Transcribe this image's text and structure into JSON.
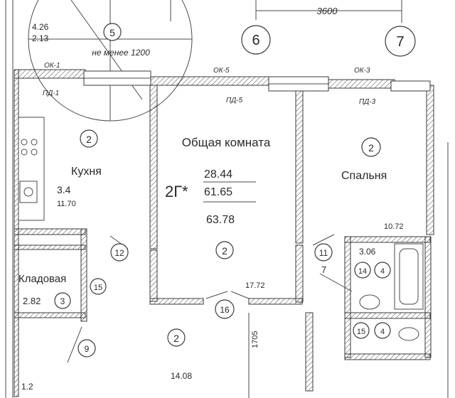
{
  "grid_axes": {
    "axis_6": "6",
    "axis_7": "7",
    "dimension_top": "3600"
  },
  "corner_labels": {
    "top_left_a": "4.26",
    "top_left_b": "2.13",
    "circle_5": "5",
    "clearance_note": "не менее 1200",
    "bottom_left": "1.2"
  },
  "windows": {
    "ok1": "ОК-1",
    "pd1": "ПД-1",
    "ok5": "ОК-5",
    "pd5": "ПД-5",
    "ok3": "ОК-3",
    "pd3": "ПД-3"
  },
  "rooms": {
    "kitchen": {
      "name": "Кухня",
      "circle": "2",
      "area": "3.4",
      "area2": "11.70"
    },
    "living": {
      "name": "Общая комната",
      "circle": "2",
      "circle_bottom": "2"
    },
    "bedroom": {
      "name": "Спальня",
      "circle": "2",
      "area": "10.72"
    },
    "storage": {
      "name": "Кладовая",
      "circle": "15",
      "area": "2.82",
      "circle2": "3"
    },
    "bath": {
      "area": "3.06",
      "circle_a": "14",
      "circle_b": "4"
    },
    "wc": {
      "circle_a": "15",
      "circle_b": "4"
    },
    "hall": {
      "circle": "2",
      "area": "14.08",
      "dim_vertical": "1705"
    }
  },
  "apartment": {
    "type": "2Г*",
    "living_area": "28.44",
    "total_area": "61.65",
    "total_area_balcony": "63.78"
  },
  "doors": {
    "d12": "12",
    "d11": "11",
    "d16": "16",
    "d9": "9",
    "d7": "7"
  },
  "other_areas": {
    "living_corner": "17.72"
  }
}
